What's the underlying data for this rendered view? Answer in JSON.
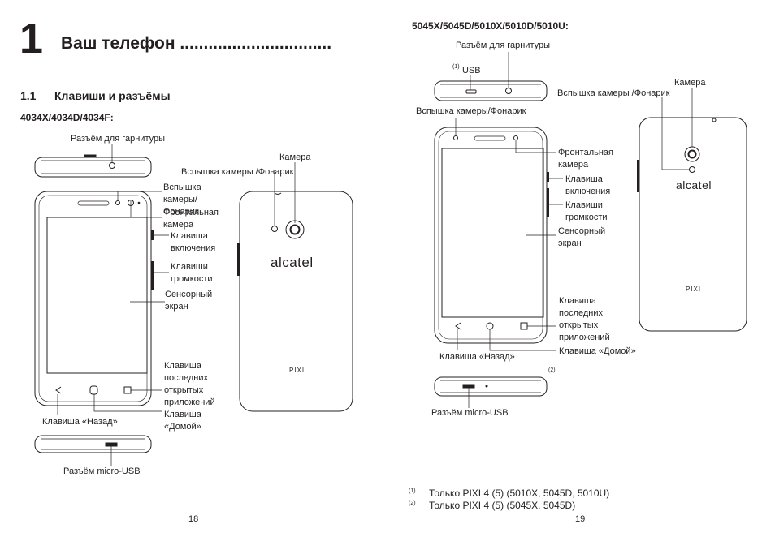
{
  "chapter": {
    "number": "1",
    "title": "Ваш телефон ................................"
  },
  "section": {
    "number": "1.1",
    "title": "Клавиши и разъёмы"
  },
  "left": {
    "model": "4034X/4034D/4034F:",
    "labels": {
      "headset": "Разъём для гарнитуры",
      "camera": "Камера",
      "back_flash": "Вспышка камеры /Фонарик",
      "front_flash": "Вспышка камеры/Фонарик",
      "front_camera": "Фронтальная камера",
      "power": "Клавиша включения",
      "volume": "Клавиши громкости",
      "touchscreen": "Сенсорный экран",
      "recent": "Клавиша последних открытых приложений",
      "home": "Клавиша «Домой»",
      "back": "Клавиша «Назад»",
      "usb": "Разъём micro-USB"
    },
    "brand": "alcatel",
    "pixi": "PIXI",
    "page": "18"
  },
  "right": {
    "model": "5045X/5045D/5010X/5010D/5010U:",
    "labels": {
      "headset": "Разъём для гарнитуры",
      "usb_top": "USB",
      "camera": "Камера",
      "back_flash": "Вспышка камеры /Фонарик",
      "front_flash": "Вспышка камеры/Фонарик",
      "front_camera": "Фронтальная камера",
      "power": "Клавиша включения",
      "volume": "Клавиши громкости",
      "touchscreen": "Сенсорный экран",
      "recent": "Клавиша последних открытых приложений",
      "home": "Клавиша «Домой»",
      "back": "Клавиша «Назад»",
      "usb": "Разъём micro-USB"
    },
    "brand": "alcatel",
    "pixi": "PIXI",
    "sup1": "(1)",
    "sup2": "(2)",
    "footnotes": [
      {
        "mark": "(1)",
        "text": "Только PIXI 4 (5) (5010X, 5045D, 5010U)"
      },
      {
        "mark": "(2)",
        "text": "Только PIXI 4 (5) (5045X, 5045D)"
      }
    ],
    "page": "19"
  }
}
